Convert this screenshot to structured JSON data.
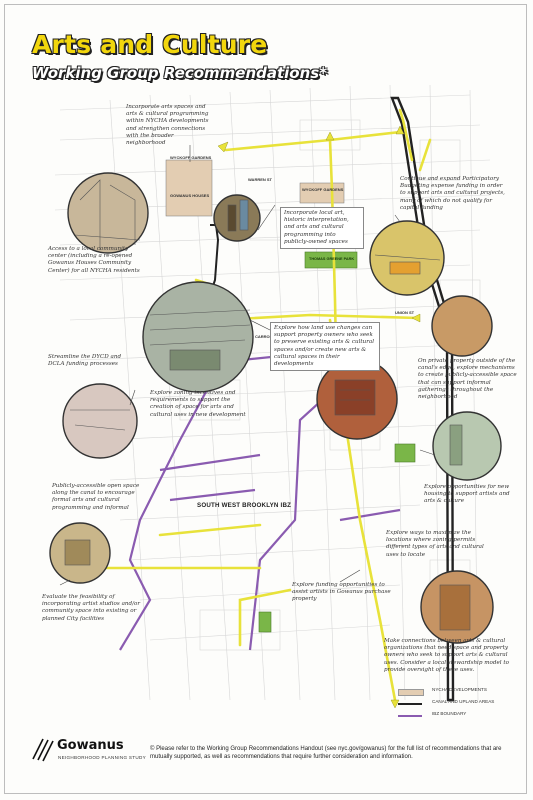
{
  "header": {
    "title": "Arts and Culture",
    "subtitle": "Working Group Recommendations*"
  },
  "map_labels": {
    "wyckoff": "WYCKOFF GARDENS",
    "warren_st": "WARREN ST",
    "warren_gardens": "WYCKOFF GARDENS",
    "gowanus_houses": "GOWANUS HOUSES",
    "thomas_greene": "THOMAS GREENE PARK",
    "union_st": "UNION ST",
    "carroll_st": "CARROLL ST",
    "ibz": "SOUTH WEST BROOKLYN IBZ"
  },
  "annotations": {
    "a1": "Incorporate arts spaces and arts & cultural programming within NYCHA developments and strengthen connections with the broader neighborhood",
    "a2": "Continue and expand Participatory Budgeting expense funding in order to support arts and cultural projects, many of which do not qualify for capital funding",
    "a3": "Access to a local community center (including a re-opened Gowanus Houses Community Center) for all NYCHA residents",
    "a4": "Incorporate local art, historic interpretation, and arts and cultural programming into publicly-owned spaces",
    "a5": "Explore how land use changes can support property owners who seek to preserve existing arts & cultural spaces and/or create new arts & cultural spaces in their developments",
    "a6": "Streamline the DYCD and DCLA funding processes",
    "a7": "On private property outside of the canal's edge, explore mechanisms to create publicly-accessible space that can support informal gatherings throughout the neighborhood",
    "a8": "Explore zoning incentives and requirements to support the creation of space for arts and cultural uses in new development",
    "a9": "Publicly-accessible open space along the canal to encourage formal arts and cultural programming and informal",
    "a10": "Explore opportunities for new housing to support artists and arts & culture",
    "a11": "Explore ways to maximize the locations where zoning permits different types of arts and cultural uses to locate",
    "a12": "Explore funding opportunities to assist artists in Gowanus purchase property",
    "a13": "Evaluate the feasibility of incorporating artist studios and/or community space into existing or planned City facilities",
    "a14": "Make connections between arts & cultural organizations that need space and property owners who seek to support arts & cultural uses. Consider a local stewardship model to provide oversight of these uses."
  },
  "legend": {
    "items": [
      {
        "label": "NYCHA DEVELOPMENTS",
        "color": "#e3cdb2"
      },
      {
        "label": "CANAL AND UPLAND AREAS",
        "color": "#222222"
      },
      {
        "label": "IBZ BOUNDARY",
        "color": "#8a5bb0"
      }
    ]
  },
  "logo": {
    "name": "Gowanus",
    "subtitle": "NEIGHBORHOOD PLANNING STUDY"
  },
  "footnote": "© Please refer to the Working Group Recommendations Handout (see nyc.gov/gowanus) for the full list of recommendations that are mutually supported, as well as recommendations that require further consideration and information.",
  "colors": {
    "title_yellow": "#f2d60d",
    "route_yellow": "#e8e23a",
    "ibz_purple": "#8a5bb0",
    "canal_black": "#222222",
    "park_green": "#7ab648",
    "nycha_tan": "#e3cdb2"
  }
}
